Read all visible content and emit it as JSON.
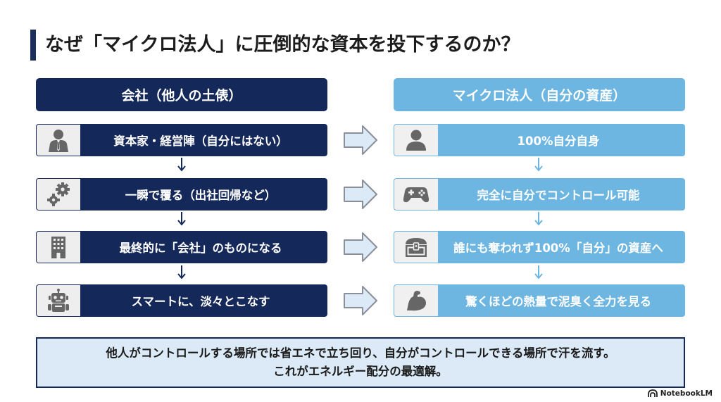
{
  "title": "なぜ「マイクロ法人」に圧倒的な資本を投下するのか？",
  "left_column": {
    "header": "会社（他人の土俵）",
    "rows": [
      {
        "icon": "businessman-icon",
        "label": "資本家・経営陣（自分にはない）"
      },
      {
        "icon": "gears-icon",
        "label": "一瞬で覆る（出社回帰など）"
      },
      {
        "icon": "office-building-icon",
        "label": "最終的に「会社」のものになる"
      },
      {
        "icon": "robot-icon",
        "label": "スマートに、淡々とこなす"
      }
    ]
  },
  "right_column": {
    "header": "マイクロ法人（自分の資産）",
    "rows": [
      {
        "icon": "person-icon",
        "label": "100%自分自身"
      },
      {
        "icon": "gamepad-icon",
        "label": "完全に自分でコントロール可能"
      },
      {
        "icon": "treasure-chest-icon",
        "label": "誰にも奪われず100%「自分」の資産へ"
      },
      {
        "icon": "flexed-arm-icon",
        "label": "驚くほどの熱量で泥臭く全力を見る"
      }
    ]
  },
  "summary": {
    "line1": "他人がコントロールする場所では省エネで立ち回り、自分がコントロールできる場所で汗を流す。",
    "line2": "これがエネルギー配分の最適解。"
  },
  "brand": "NotebookLM",
  "colors": {
    "navy": "#15285a",
    "light_blue": "#6eb6e2",
    "summary_bg": "#dbeaf6",
    "arrow_fill": "#dbeaf6",
    "icon_gray": "#666666"
  }
}
